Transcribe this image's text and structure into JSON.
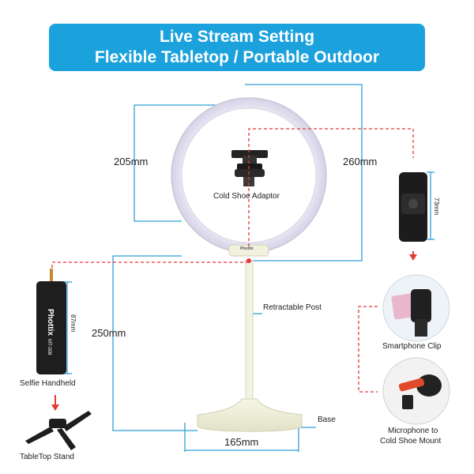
{
  "title": {
    "line1": "Live Stream Setting",
    "line2": "Flexible Tabletop / Portable Outdoor"
  },
  "dimensions": {
    "ring_inner": "205mm",
    "ring_outer": "260mm",
    "post_height": "250mm",
    "base_width": "165mm",
    "handheld_height": "87mm",
    "clip_height": "73mm"
  },
  "labels": {
    "cold_shoe": "Cold Shoe Adaptor",
    "retractable_post": "Retractable Post",
    "base": "Base",
    "selfie_handheld": "Selfie Handheld",
    "tabletop_stand": "TableTop Stand",
    "smartphone_clip": "Smartphone Clip",
    "microphone_line1": "Microphone to",
    "microphone_line2": "Cold Shoe Mount"
  },
  "branding": {
    "handheld_brand": "Phottix",
    "handheld_model": "MT-008",
    "base_brand": "Phottix"
  },
  "colors": {
    "accent": "#1ba1dc",
    "dashed": "#e53935",
    "dim_line": "#2f9fd6"
  }
}
